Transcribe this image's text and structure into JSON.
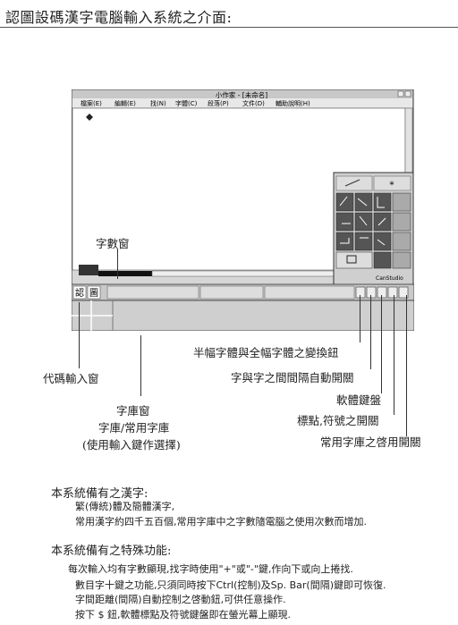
{
  "page_title": "認圖設碼漢字電腦輸入系統之介面:",
  "screenshot": {
    "window_title": "小作家 - [未命名]",
    "menu": [
      "檔案(E)",
      "編輯(E)",
      "找(N)",
      "字體(C)",
      "段落(P)",
      "文件(D)",
      "輔助說明(H)"
    ],
    "status_left": [
      "認",
      "圖"
    ],
    "keypad_brand": "CanStudio"
  },
  "callouts": {
    "word_count_window": "字數窗",
    "half_full_toggle": "半幅字體與全幅字體之變換鈕",
    "spacing_switch": "字與字之間間隔自動開關",
    "soft_keyboard": "軟體鍵盤",
    "code_input_window": "代碼輸入窗",
    "punctuation_switch": "標點,符號之開關",
    "library_window": "字庫窗",
    "library_sub": "字庫/常用字庫",
    "library_sub2": "(使用輸入鍵作選擇)",
    "common_library_switch": "常用字庫之啓用開關"
  },
  "section1": {
    "heading": "本系統備有之漢字:",
    "lines": [
      "繁(傳統)體及簡體漢字,",
      "常用漢字約四千五百個,常用字庫中之字數隨電腦之使用次數而增加."
    ]
  },
  "section2": {
    "heading": "本系統備有之特殊功能:",
    "lines": [
      "每次輸入均有字數顯現,找字時使用\"+\"或\"-\"鍵,作向下或向上捲找.",
      "數目字十鍵之功能,只須同時按下Ctrl(控制)及Sp. Bar(間隔)鍵即可恢復.",
      "字間距離(間隔)自動控制之啓動鈕,可供任意操作.",
      "按下 $ 鈕,軟體標點及符號鍵盤即在螢光幕上顯現."
    ]
  }
}
